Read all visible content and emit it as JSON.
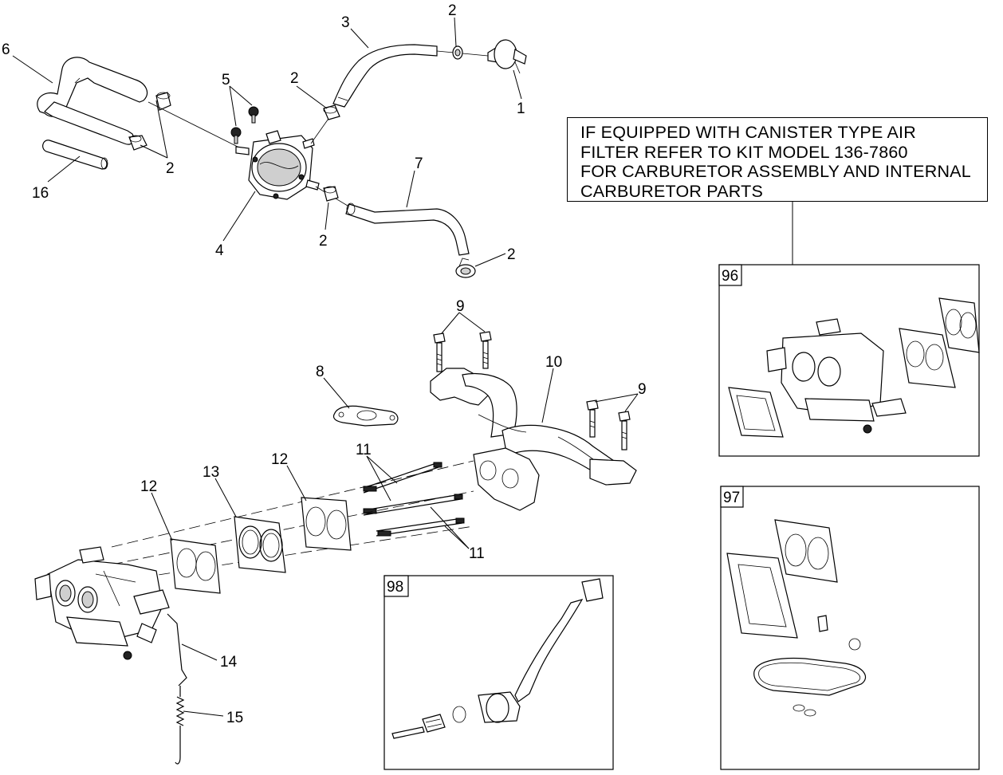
{
  "note": {
    "lines": [
      "IF EQUIPPED WITH  CANISTER TYPE AIR",
      "FILTER REFER TO KIT MODEL 136-7860",
      "FOR CARBURETOR ASSEMBLY AND INTERNAL",
      "CARBURETOR PARTS"
    ]
  },
  "callouts": {
    "c1": "1",
    "c2a": "2",
    "c2b": "2",
    "c2c": "2",
    "c2d": "2",
    "c2e": "2",
    "c3": "3",
    "c4": "4",
    "c5": "5",
    "c6": "6",
    "c7": "7",
    "c8": "8",
    "c9a": "9",
    "c9b": "9",
    "c10": "10",
    "c11a": "11",
    "c11b": "11",
    "c12a": "12",
    "c12b": "12",
    "c13": "13",
    "c14": "14",
    "c15": "15",
    "c16": "16"
  },
  "kits": {
    "k96": "96",
    "k97": "97",
    "k98": "98"
  }
}
